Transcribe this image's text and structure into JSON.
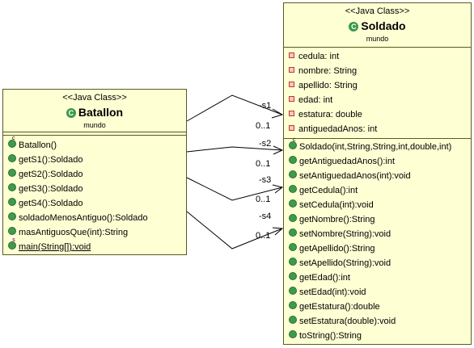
{
  "batallon": {
    "stereotype": "<<Java Class>>",
    "name": "Batallon",
    "package": "mundo",
    "constructor": "Batallon()",
    "methods": [
      {
        "label": "getS1():Soldado",
        "static": false
      },
      {
        "label": "getS2():Soldado",
        "static": false
      },
      {
        "label": "getS3():Soldado",
        "static": false
      },
      {
        "label": "getS4():Soldado",
        "static": false
      },
      {
        "label": "soldadoMenosAntiguo():Soldado",
        "static": false
      },
      {
        "label": "masAntiguosQue(int):String",
        "static": false
      },
      {
        "label": "main(String[]):void",
        "static": true
      }
    ]
  },
  "soldado": {
    "stereotype": "<<Java Class>>",
    "name": "Soldado",
    "package": "mundo",
    "fields": [
      "cedula: int",
      "nombre: String",
      "apellido: String",
      "edad: int",
      "estatura: double",
      "antiguedadAnos: int"
    ],
    "constructor": "Soldado(int,String,String,int,double,int)",
    "methods": [
      "getAntiguedadAnos():int",
      "setAntiguedadAnos(int):void",
      "getCedula():int",
      "setCedula(int):void",
      "getNombre():String",
      "setNombre(String):void",
      "getApellido():String",
      "setApellido(String):void",
      "getEdad():int",
      "setEdad(int):void",
      "getEstatura():double",
      "setEstatura(double):void",
      "toString():String"
    ]
  },
  "associations": [
    {
      "role": "-s1",
      "multiplicity": "0..1"
    },
    {
      "role": "-s2",
      "multiplicity": "0..1"
    },
    {
      "role": "-s3",
      "multiplicity": "0..1"
    },
    {
      "role": "-s4",
      "multiplicity": "0..1"
    }
  ],
  "colors": {
    "class_fill": "#ffffd4",
    "class_border": "#5a5a1e",
    "class_icon": "#3a9a48",
    "field_icon": "#c0392b",
    "method_icon": "#3f9b4b"
  },
  "icons": {
    "class": "class-icon",
    "field": "private-field-icon",
    "method": "public-method-icon",
    "constructor": "constructor-icon",
    "static": "static-method-icon"
  }
}
